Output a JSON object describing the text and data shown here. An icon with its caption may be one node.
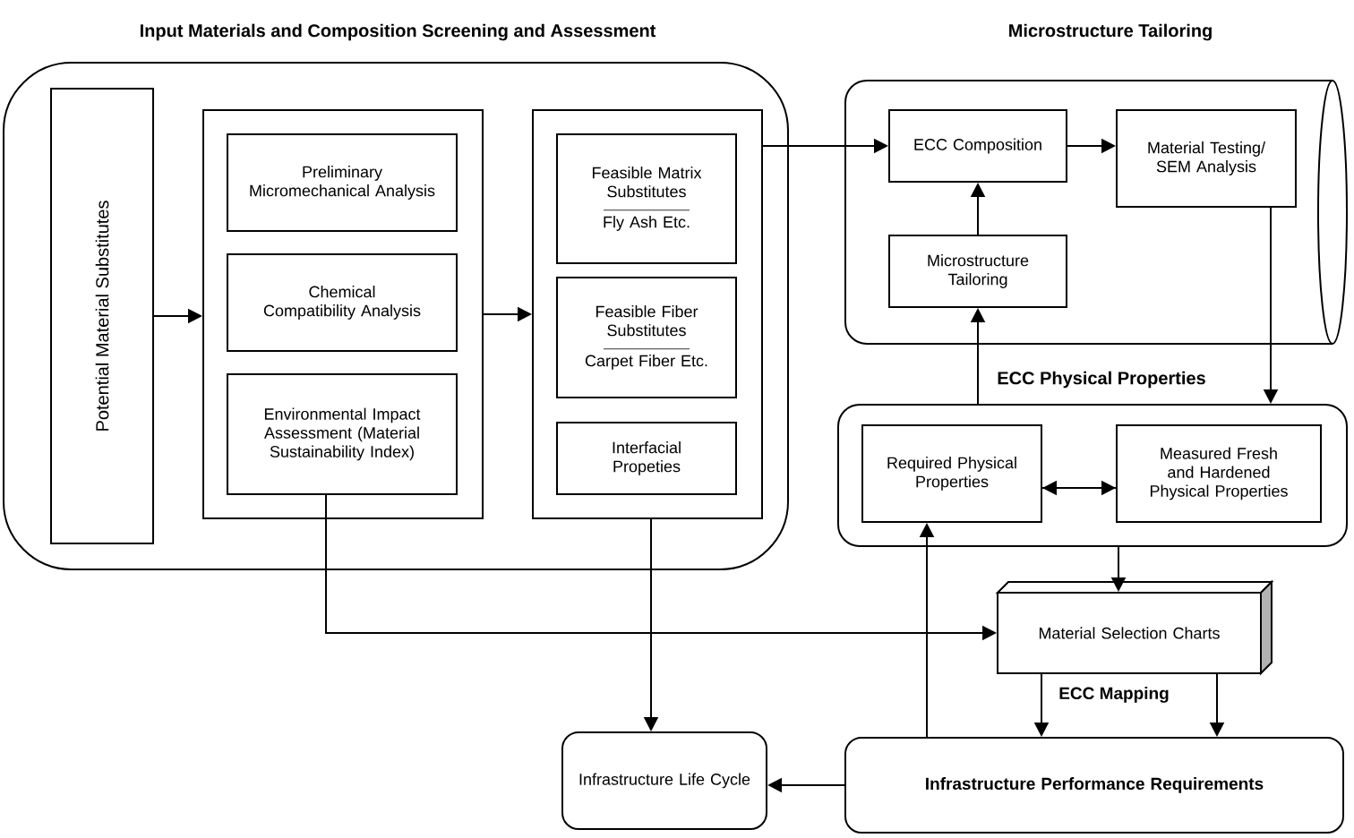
{
  "diagram": {
    "nodes": [
      {
        "text": [
          "Input Materials and Composition Screening and Assessment"
        ]
      },
      {
        "text": [
          "Potential Material Substitutes"
        ],
        "in": 0
      },
      {
        "text": [],
        "shape": "box",
        "in": 0
      },
      {
        "text": [
          "Preliminary Micromechanical Analysis"
        ],
        "in": 2
      },
      {
        "text": [
          "Chemical Compatibility Analysis"
        ],
        "in": 2
      },
      {
        "text": [
          "Environmental Impact Assessment (Material Sustainability Index)"
        ],
        "in": 2
      },
      {
        "text": [],
        "shape": "box",
        "in": 0
      },
      {
        "text": [
          "Feasible Matrix Substitutes",
          "Fly Ash Etc."
        ],
        "in": 6
      },
      {
        "text": [
          "Feasible Fiber Substitutes",
          "Carpet Fiber Etc."
        ],
        "in": 6
      },
      {
        "text": [
          "Interfacial Propeties"
        ],
        "in": 6
      },
      {
        "text": [
          "Microstructure Tailoring"
        ]
      },
      {
        "text": [
          "ECC Composition"
        ],
        "in": 10
      },
      {
        "text": [
          "Material Testing/ SEM Analysis"
        ],
        "in": 10
      },
      {
        "text": [
          "Microstructure Tailoring"
        ],
        "in": 10
      },
      {
        "text": [
          "ECC Physical Properties"
        ]
      },
      {
        "text": [
          "Required Physical Properties"
        ],
        "in": 14
      },
      {
        "text": [
          "Measured Fresh and Hardened Physical Properties"
        ],
        "in": 14
      },
      {
        "text": [
          "Material Selection Charts"
        ]
      },
      {
        "text": [
          "Infrastructure Life Cycle"
        ]
      },
      {
        "text": [
          "Infrastructure Performance Requirements"
        ]
      }
    ],
    "edges": [
      {
        "from": 1,
        "to": 2,
        "arrow": "to"
      },
      {
        "from": 2,
        "to": 6,
        "arrow": "to"
      },
      {
        "from": 6,
        "to": 11,
        "arrow": "to"
      },
      {
        "from": 11,
        "to": 12,
        "arrow": "to"
      },
      {
        "from": 13,
        "to": 11,
        "arrow": "to"
      },
      {
        "from": 12,
        "to": 14,
        "arrow": "to"
      },
      {
        "from": 14,
        "to": 13,
        "arrow": "to"
      },
      {
        "from": 15,
        "to": 16,
        "arrow": "to"
      },
      {
        "from": 16,
        "to": 15,
        "arrow": "to"
      },
      {
        "from": 14,
        "to": 17,
        "arrow": "to"
      },
      {
        "from": 5,
        "to": 17,
        "arrow": "to"
      },
      {
        "from": 6,
        "to": 18,
        "arrow": "to"
      },
      {
        "from": 17,
        "to": 19,
        "arrow": "to"
      },
      {
        "from": 17,
        "to": 19,
        "arrow": "to"
      },
      {
        "from": 19,
        "to": 15,
        "arrow": "to"
      },
      {
        "from": 19,
        "to": 18,
        "arrow": "to"
      }
    ],
    "labels": [
      "ECC Mapping"
    ]
  }
}
